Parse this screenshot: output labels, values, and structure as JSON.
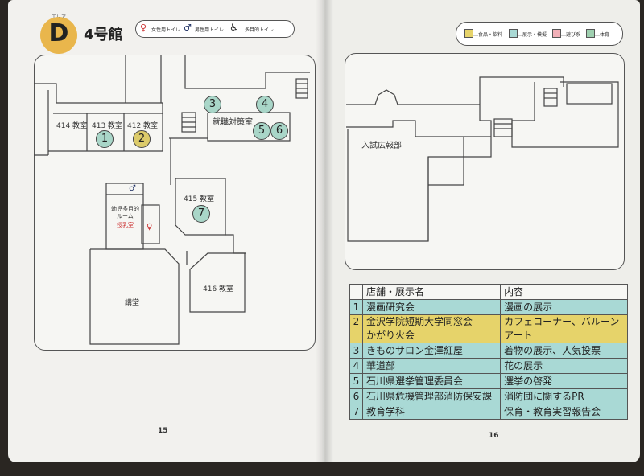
{
  "header": {
    "badge_letter": "D",
    "badge_ruby": "エリア",
    "building": "4号館",
    "legend": {
      "female": "…女性用トイレ",
      "male": "…男性用トイレ",
      "multi": "…多目的トイレ"
    }
  },
  "category_legend": {
    "food": {
      "label": "…食品・飲料",
      "color": "#e6d36a"
    },
    "exhibit": {
      "label": "…展示・模擬",
      "color": "#a9d9d5"
    },
    "play": {
      "label": "…遊び系",
      "color": "#f2b0b8"
    },
    "sports": {
      "label": "…体育",
      "color": "#9fd0b0"
    }
  },
  "left_map": {
    "rooms": {
      "r414": "414 教室",
      "r413": "413 教室",
      "r412": "412 教室",
      "shushoku": "就職対策室",
      "r415": "415 教室",
      "multi1": "幼児多目的",
      "multi2": "ルーム",
      "junyu": "授乳室",
      "kodo": "講堂",
      "r416": "416 教室"
    },
    "markers": [
      "1",
      "2",
      "3",
      "4",
      "5",
      "6",
      "7"
    ]
  },
  "right_map": {
    "rooms": {
      "nyushi": "入試広報部"
    }
  },
  "table": {
    "header": {
      "name": "店舗・展示名",
      "content": "内容"
    },
    "rows": [
      {
        "no": "1",
        "name": "漫画研究会",
        "content": "漫画の展示"
      },
      {
        "no": "2",
        "name": "金沢学院短期大学同窓会",
        "name2": "かがり火会",
        "content": "カフェコーナー、バルーン",
        "content2": "アート"
      },
      {
        "no": "3",
        "name": "きものサロン金澤紅屋",
        "content": "着物の展示、人気投票"
      },
      {
        "no": "4",
        "name": "華道部",
        "content": "花の展示"
      },
      {
        "no": "5",
        "name": "石川県選挙管理委員会",
        "content": "選挙の啓発"
      },
      {
        "no": "6",
        "name": "石川県危機管理部消防保安課",
        "content": "消防団に関するPR"
      },
      {
        "no": "7",
        "name": "教育学科",
        "content": "保育・教育実習報告会"
      }
    ]
  },
  "page_numbers": {
    "left": "15",
    "right": "16"
  }
}
